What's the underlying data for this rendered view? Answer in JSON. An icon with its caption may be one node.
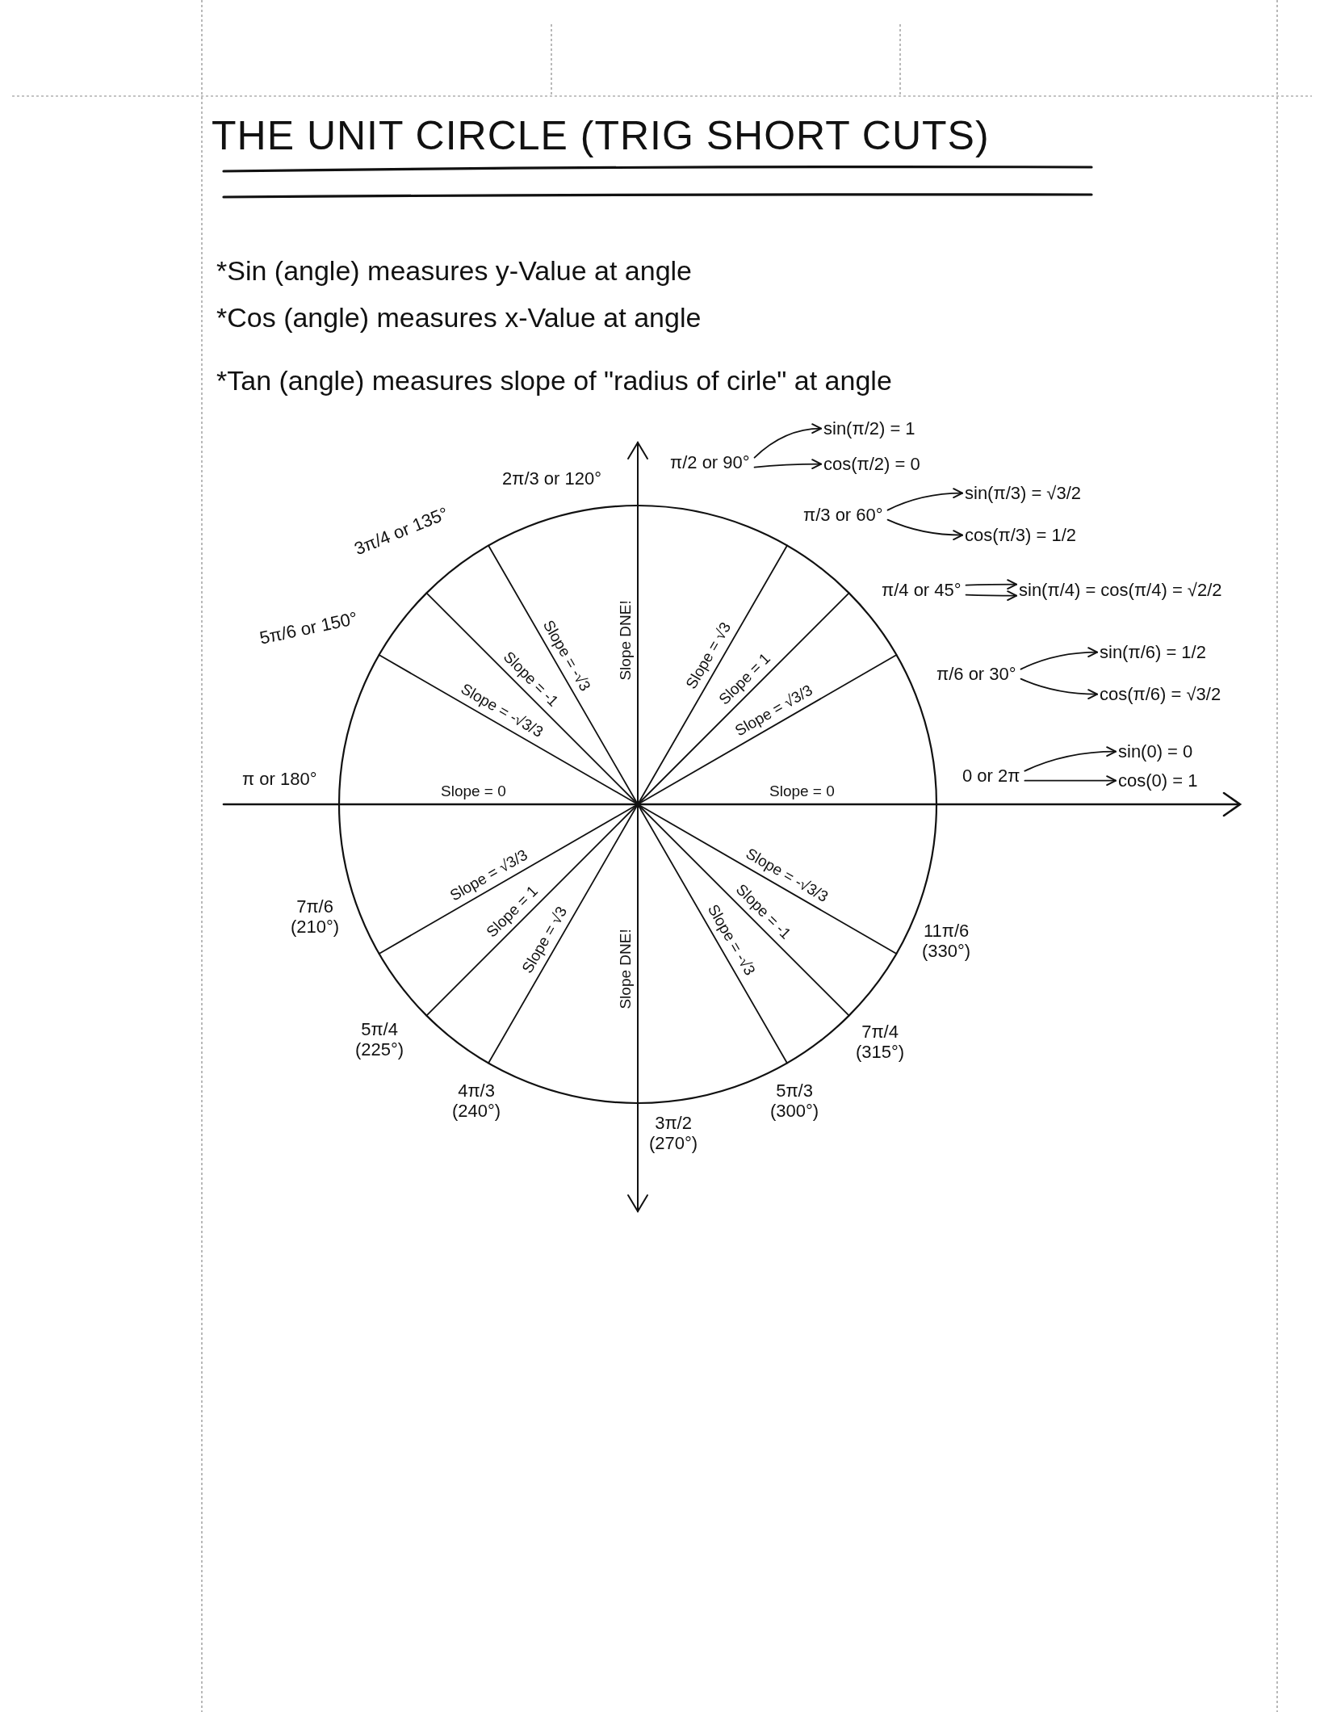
{
  "diagram": {
    "title": "THE UNIT CIRCLE (TRIG SHORT CUTS)",
    "nodes": [
      {
        "text": [
          "π/2 or 90°"
        ]
      },
      {
        "text": [
          "sin(π/2) = 1"
        ]
      },
      {
        "text": [
          "cos(π/2) = 0"
        ]
      },
      {
        "text": [
          "π/3 or 60°"
        ]
      },
      {
        "text": [
          "sin(π/3) = √3/2"
        ]
      },
      {
        "text": [
          "cos(π/3) = 1/2"
        ]
      },
      {
        "text": [
          "π/4 or 45°"
        ]
      },
      {
        "text": [
          "sin(π/4) = cos(π/4) = √2/2"
        ]
      },
      {
        "text": [
          "π/6 or 30°"
        ]
      },
      {
        "text": [
          "sin(π/6) = 1/2"
        ]
      },
      {
        "text": [
          "cos(π/6) = √3/2"
        ]
      },
      {
        "text": [
          "0 or 2π"
        ]
      },
      {
        "text": [
          "sin(0) = 0"
        ]
      },
      {
        "text": [
          "cos(0) = 1"
        ]
      }
    ],
    "edges": [
      {
        "from": 0,
        "to": 1,
        "arrow": "to"
      },
      {
        "from": 0,
        "to": 2,
        "arrow": "to"
      },
      {
        "from": 3,
        "to": 4,
        "arrow": "to"
      },
      {
        "from": 3,
        "to": 5,
        "arrow": "to"
      },
      {
        "from": 6,
        "to": 7,
        "arrow": "to"
      },
      {
        "from": 6,
        "to": 7,
        "arrow": "to"
      },
      {
        "from": 8,
        "to": 9,
        "arrow": "to"
      },
      {
        "from": 8,
        "to": 10,
        "arrow": "to"
      },
      {
        "from": 11,
        "to": 12,
        "arrow": "to"
      },
      {
        "from": 11,
        "to": 13,
        "arrow": "to"
      }
    ],
    "labels": [
      "*Sin (angle) measures y-Value at angle",
      "*Cos (angle) measures x-Value at angle",
      "*Tan (angle) measures slope of \"radius of cirle\" at angle",
      "2π/3 or 120°",
      "3π/4 or 135°",
      "5π/6 or 150°",
      "Slope = -√3/3",
      "Slope = -1",
      "Slope = -√3",
      "Slope DNE!",
      "Slope = √3",
      "Slope = 1",
      "Slope = √3/3",
      "π or 180°",
      "Slope = 0",
      "Slope = 0",
      "7π/6 (210°)",
      "Slope = √3/3",
      "Slope = 1",
      "Slope = √3",
      "Slope DNE!",
      "Slope = -√3",
      "Slope = -1",
      "Slope = -√3/3",
      "11π/6 (330°)",
      "5π/4 (225°)",
      "7π/4 (315°)",
      "4π/3 (240°)",
      "3π/2 (270°)",
      "5π/3 (300°)"
    ]
  }
}
